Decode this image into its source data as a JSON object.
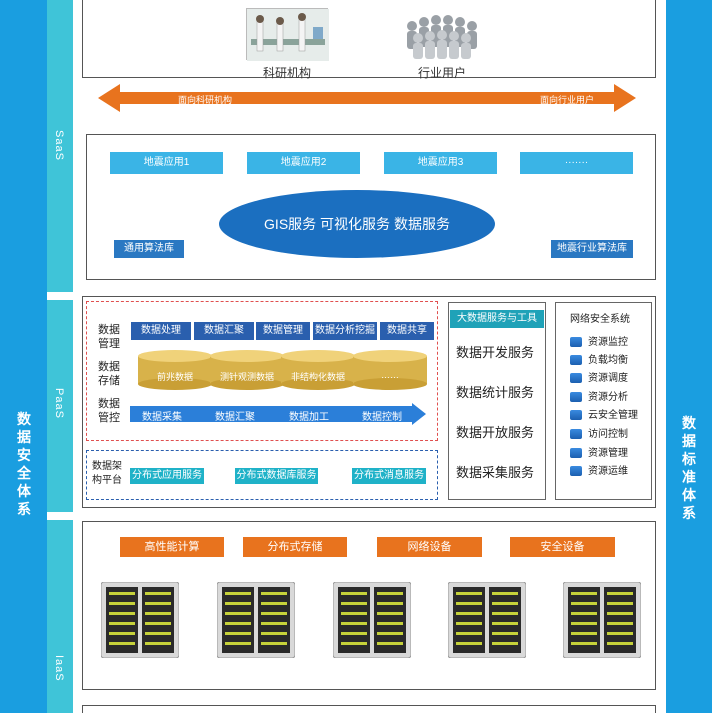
{
  "sides": {
    "left_title": "数据安全体系",
    "right_title": "数据标准体系",
    "layers": [
      "SaaS",
      "PaaS",
      "IaaS"
    ]
  },
  "top": {
    "institutions_label": "科研机构",
    "users_label": "行业用户",
    "arrow_left_text": "面向科研机构",
    "arrow_right_text": "面向行业用户"
  },
  "saas": {
    "apps": [
      "地震应用1",
      "地震应用2",
      "地震应用3",
      "·······"
    ],
    "center_services": "GIS服务 可视化服务 数据服务",
    "left_lib": "通用算法库",
    "right_lib": "地震行业算法库"
  },
  "paas": {
    "manage_label": "数据管理",
    "manage_items": [
      "数据处理",
      "数据汇聚",
      "数据管理",
      "数据分析挖掘",
      "数据共享"
    ],
    "store_label": "数据存储",
    "store_items": [
      "前兆数据",
      "测针观测数据",
      "非结构化数据",
      "……"
    ],
    "control_label": "数据管控",
    "control_items": [
      "数据采集",
      "数据汇聚",
      "数据加工",
      "数据控制"
    ],
    "arch_label": "数据架构平台",
    "arch_items": [
      "分布式应用服务",
      "分布式数据库服务",
      "分布式消息服务"
    ],
    "bigdata_title": "大数据服务与工具",
    "bigdata_items": [
      "数据开发服务",
      "数据统计服务",
      "数据开放服务",
      "数据采集服务"
    ],
    "security_title": "网络安全系统",
    "security_items": [
      "资源监控",
      "负载均衡",
      "资源调度",
      "资源分析",
      "云安全管理",
      "访问控制",
      "资源管理",
      "资源运维"
    ]
  },
  "iaas": {
    "items": [
      "高性能计算",
      "分布式存储",
      "网络设备",
      "安全设备"
    ]
  },
  "colors": {
    "side_blue": "#1a9ee0",
    "side_light": "#3fc4d8",
    "orange": "#e8731e",
    "navy": "#2a5fae",
    "teal": "#1fb2c8",
    "ellipse": "#1b6fc0"
  }
}
